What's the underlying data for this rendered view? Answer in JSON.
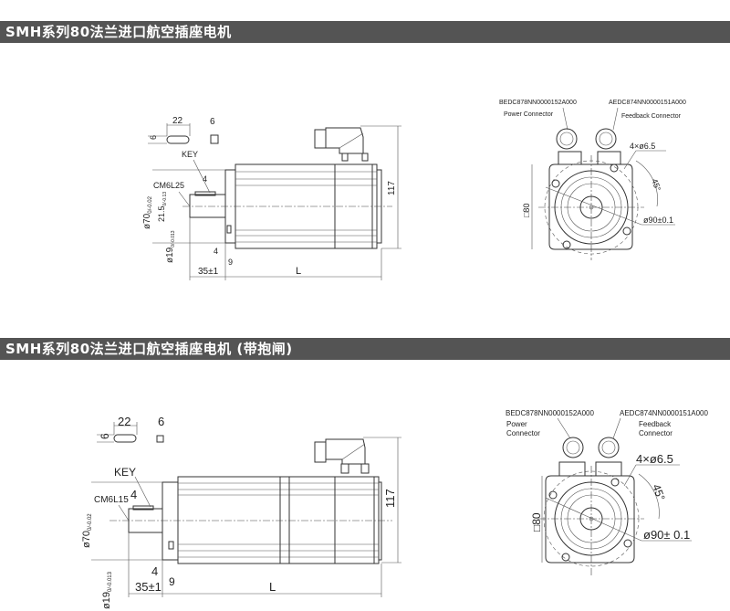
{
  "sections": [
    {
      "title": "SMH系列80法兰进口航空插座电机",
      "side": {
        "key_len": "22",
        "key_w": "6",
        "key_h": "6",
        "key": "KEY",
        "thread": "CM6L25",
        "key_off": "4",
        "d_flange": "ø70",
        "d_flange_tol": "0/-0.02",
        "shaft_h": "21.5",
        "shaft_h_tol": "0/-0.13",
        "d_shaft": "ø19",
        "d_shaft_tol": "0/-0.013",
        "flange_t": "4",
        "flange_9": "9",
        "shaft_len": "35±1",
        "len": "L",
        "height": "117"
      },
      "front": {
        "power_pn": "BEDC878NN0000152A000",
        "power_label": "Power Connector",
        "fb_pn": "AEDC874NN0000151A000",
        "fb_label": "Feedback Connector",
        "holes": "4×ø6.5",
        "angle": "45°",
        "square": "□80",
        "pcd": "ø90±0.1"
      }
    },
    {
      "title": "SMH系列80法兰进口航空插座电机 (带抱闸)",
      "side": {
        "key_len": "22",
        "key_w": "6",
        "key_h": "6",
        "key": "KEY",
        "thread": "CM6L15",
        "key_off": "4",
        "d_flange": "ø70",
        "d_flange_tol": "0/-0.02",
        "d_shaft": "ø19",
        "d_shaft_tol": "0/-0.013",
        "flange_t": "4",
        "flange_9": "9",
        "shaft_len": "35±1",
        "len": "L",
        "height": "117"
      },
      "front": {
        "power_pn": "BEDC878NN0000152A000",
        "power_label": "Power",
        "power_label2": "Connector",
        "fb_pn": "AEDC874NN0000151A000",
        "fb_label": "Feedback",
        "fb_label2": "Connector",
        "holes": "4×ø6.5",
        "angle": "45°",
        "square": "□80",
        "pcd": "ø90± 0.1"
      }
    }
  ]
}
